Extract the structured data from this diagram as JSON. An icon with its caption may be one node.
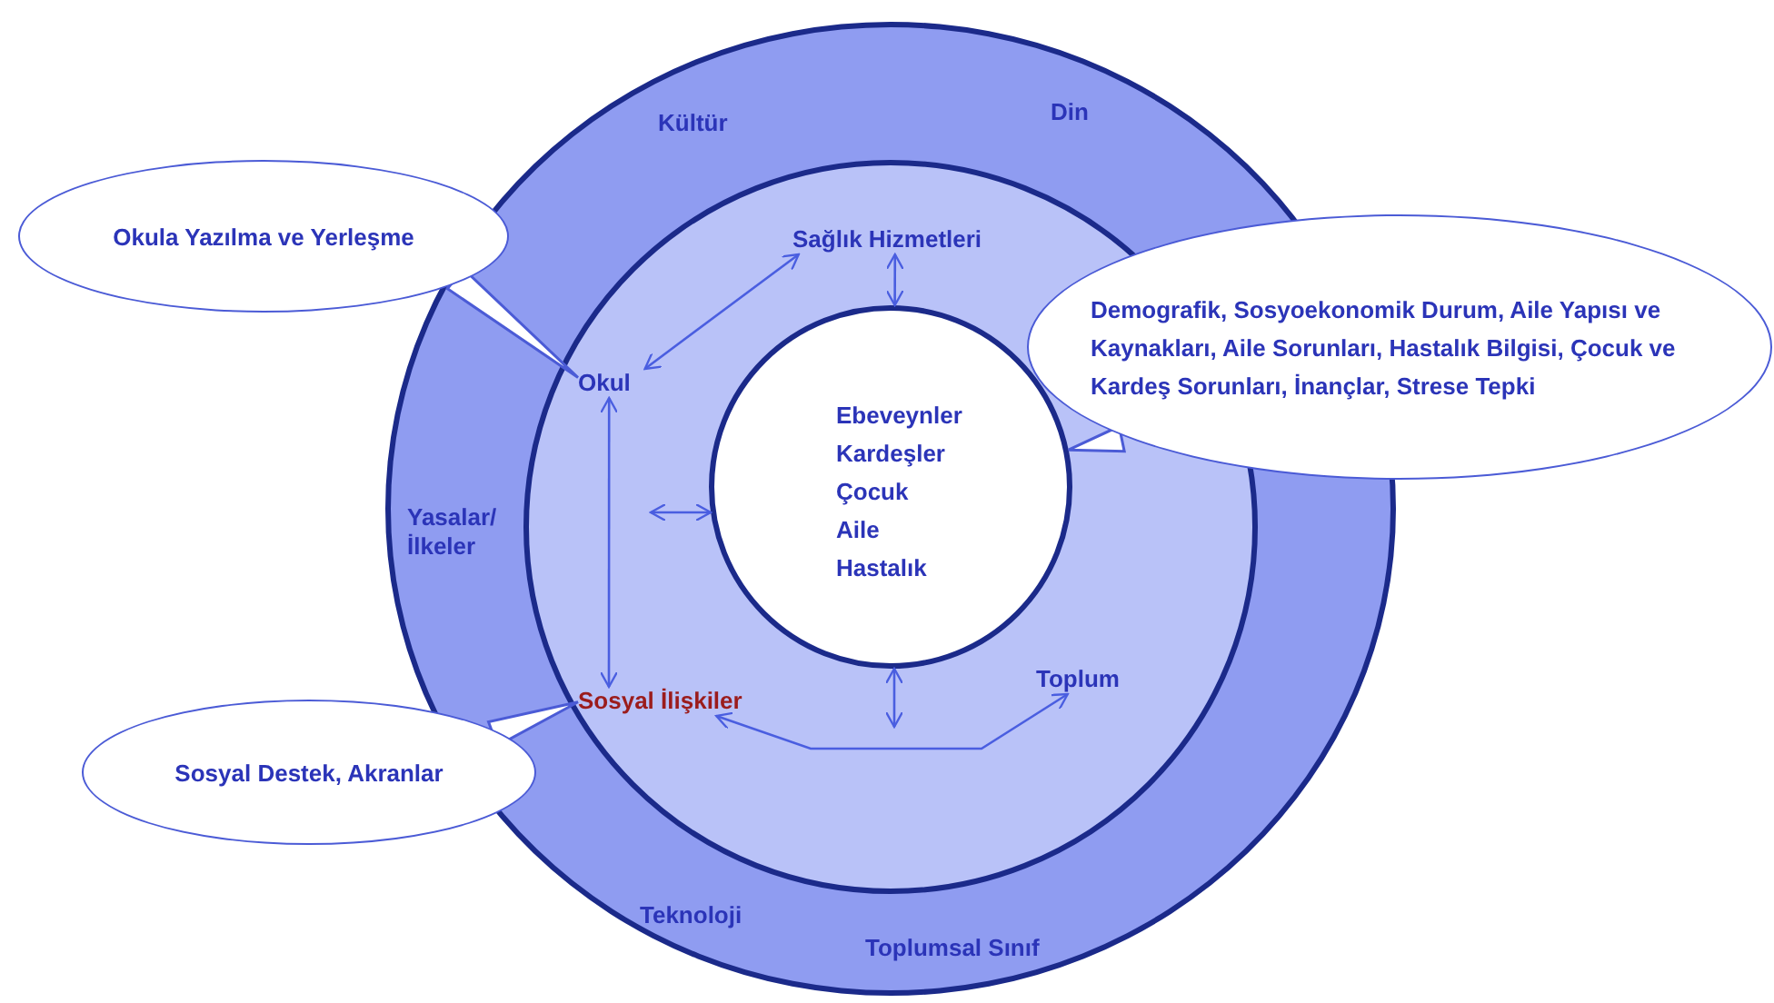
{
  "diagram": {
    "nodes": [
      {
        "text": [],
        "shape": "circle"
      },
      {
        "text": [
          "Kültür"
        ],
        "in": 0
      },
      {
        "text": [
          "Din"
        ],
        "in": 0
      },
      {
        "text": [
          "Yasalar/ İlkeler"
        ],
        "in": 0
      },
      {
        "text": [
          "Teknoloji"
        ],
        "in": 0
      },
      {
        "text": [
          "Toplumsal Sınıf"
        ],
        "in": 0
      },
      {
        "text": [],
        "shape": "circle",
        "in": 0
      },
      {
        "text": [
          "Sağlık Hizmetleri"
        ],
        "in": 6
      },
      {
        "text": [
          "Okul"
        ],
        "in": 6
      },
      {
        "text": [
          "Toplum"
        ],
        "in": 6
      },
      {
        "text": [
          "Sosyal İlişkiler"
        ],
        "in": 6
      },
      {
        "text": [
          "Ebeveynler",
          "Kardeşler",
          "Çocuk",
          "Aile",
          "Hastalık"
        ],
        "in": 6
      },
      {
        "text": [
          "Okula Yazılma ve Yerleşme"
        ]
      },
      {
        "text": [
          "Demografik, Sosyoekonomik Durum, Aile Yapısı ve Kaynakları, Aile Sorunları, Hastalık Bilgisi, Çocuk ve Kardeş Sorunları, İnançlar, Strese Tepki"
        ]
      },
      {
        "text": [
          "Sosyal Destek, Akranlar"
        ]
      }
    ],
    "edges": [
      {
        "from": 8,
        "to": 7,
        "arrow": "both"
      },
      {
        "from": 7,
        "to": 11,
        "arrow": "both"
      },
      {
        "from": null,
        "to": 11,
        "arrow": "both"
      },
      {
        "from": 8,
        "to": 10,
        "arrow": "both"
      },
      {
        "from": 11,
        "to": null,
        "arrow": "both"
      },
      {
        "from": 10,
        "to": 9,
        "arrow": "both"
      },
      {
        "from": 12,
        "to": 8,
        "arrow": "none"
      },
      {
        "from": 13,
        "to": 11,
        "arrow": "none"
      },
      {
        "from": 14,
        "to": 10,
        "arrow": "none"
      }
    ]
  }
}
